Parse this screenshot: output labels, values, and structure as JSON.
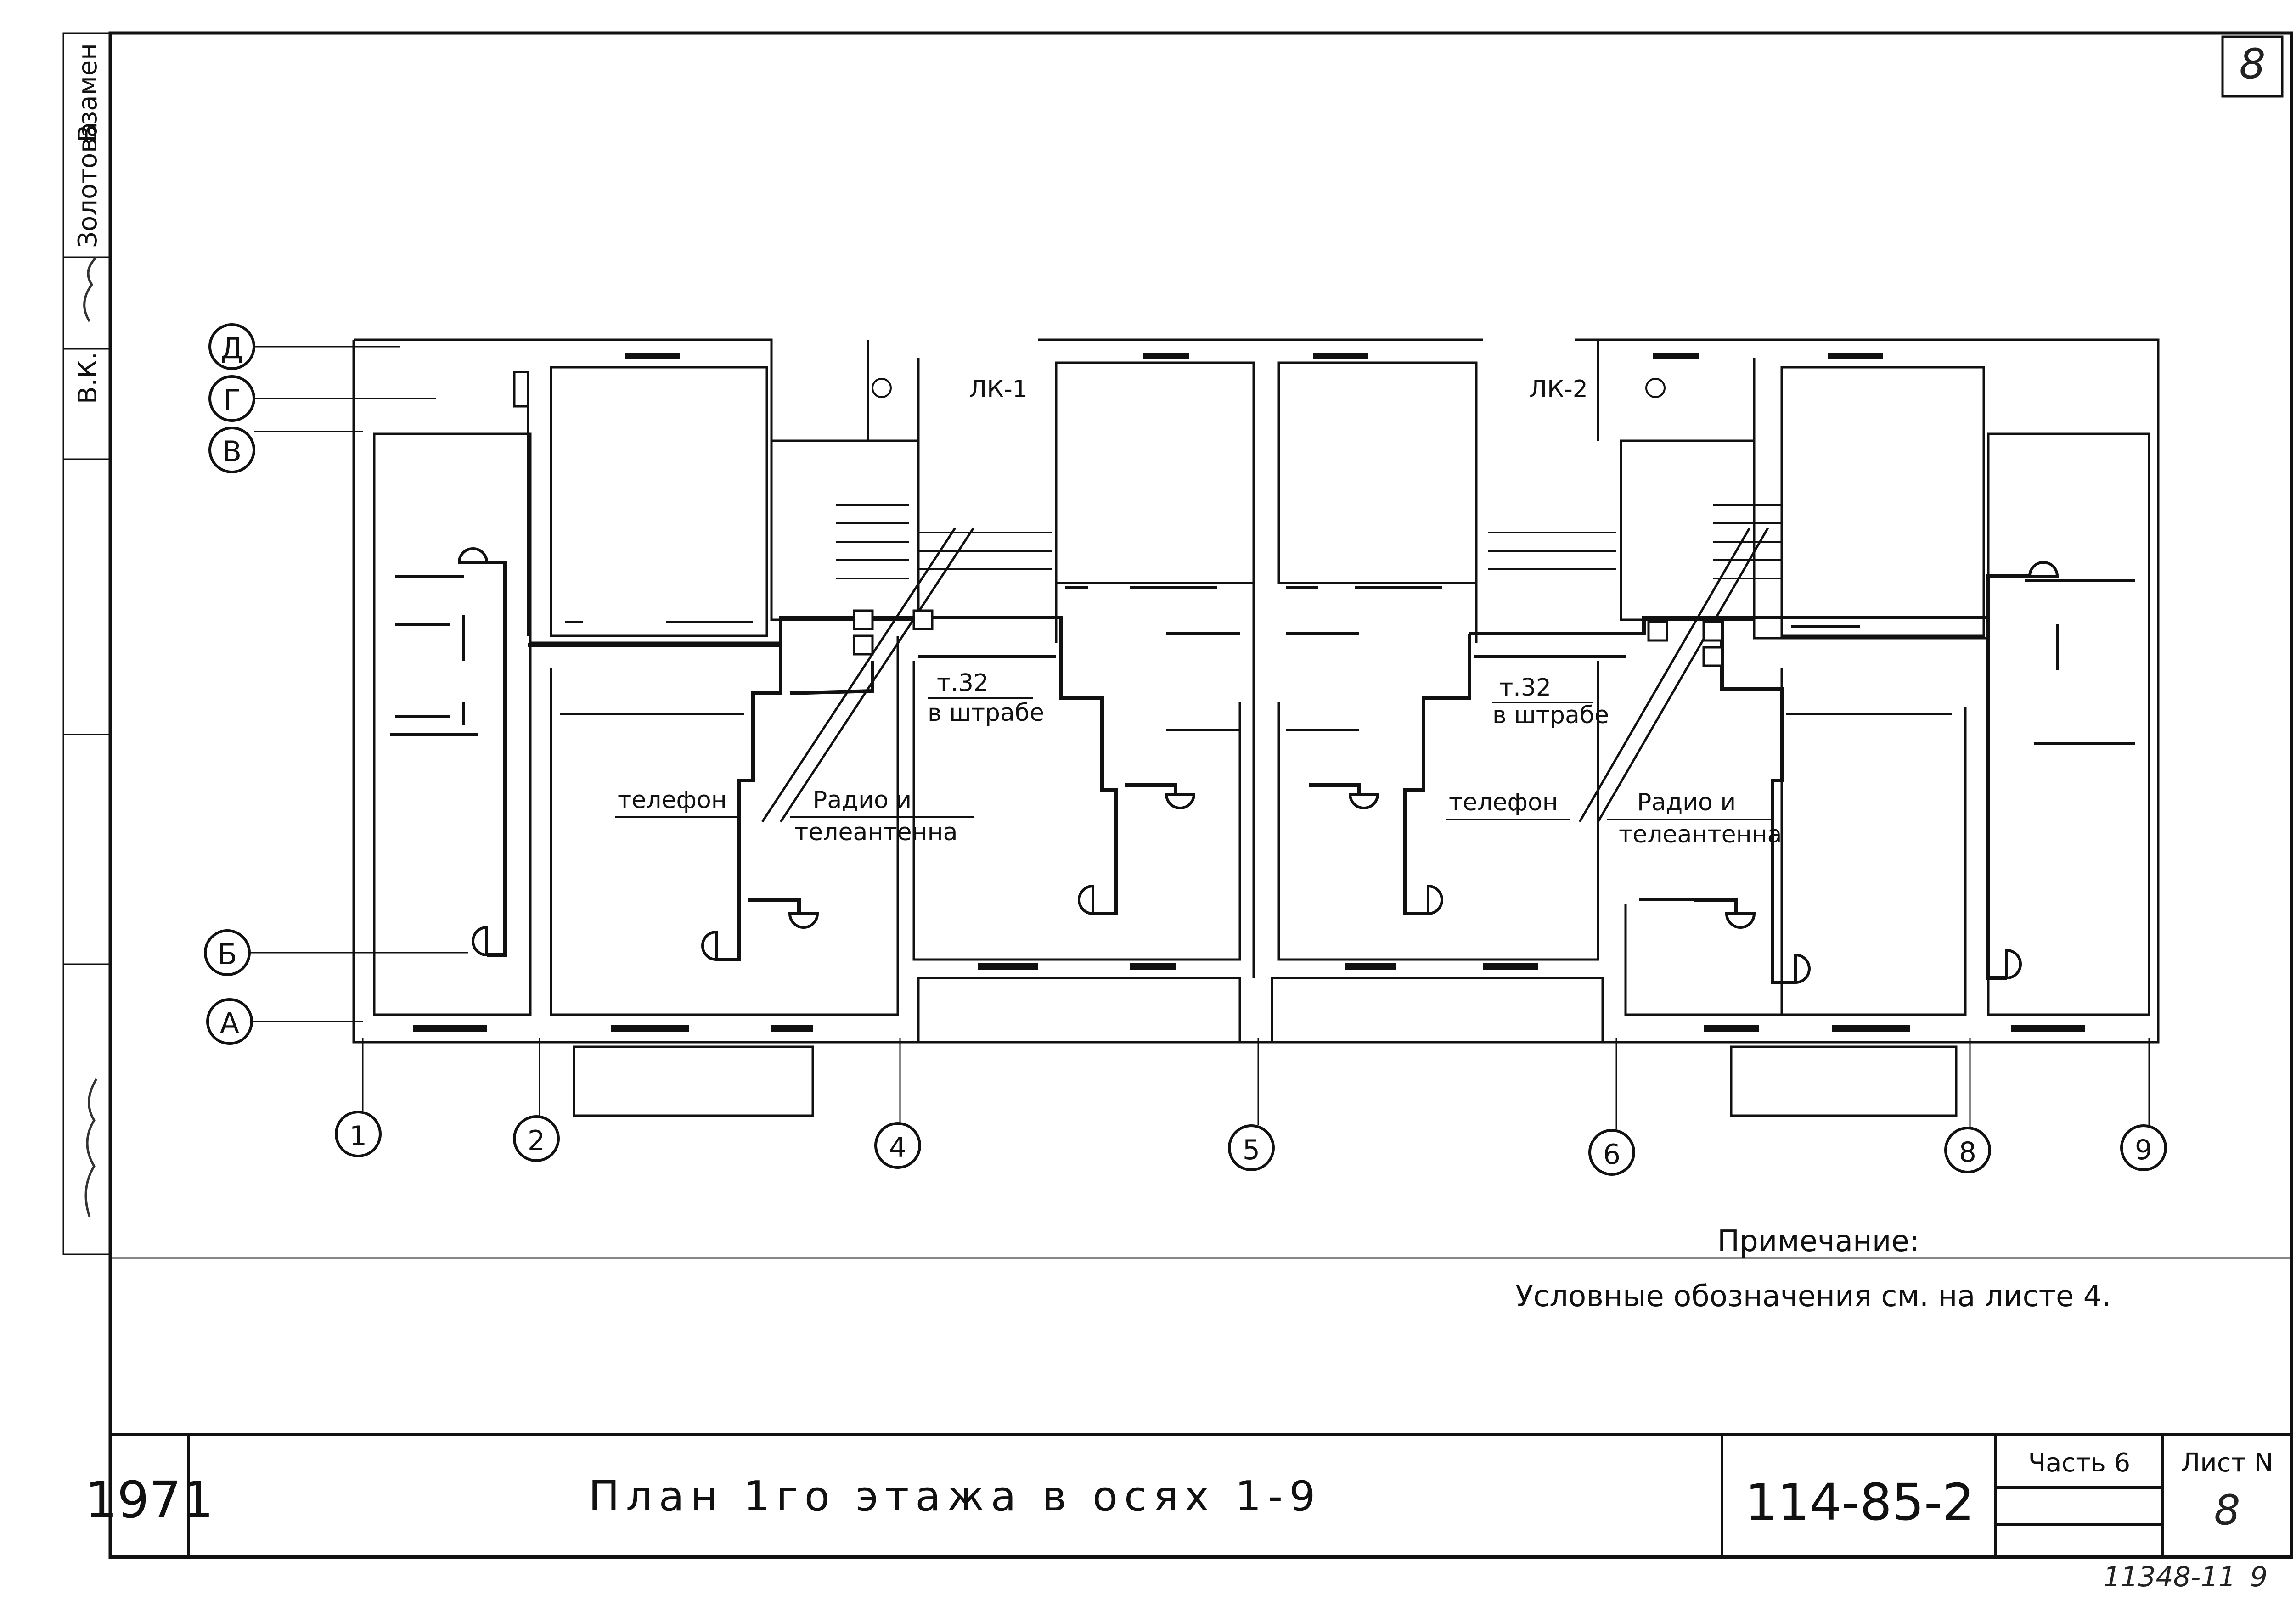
{
  "sheet_corner_mark": "8",
  "left_margin": {
    "text_1": "Золотова",
    "text_2": "Взамен",
    "text_3": "В.К."
  },
  "axes": {
    "rows": [
      "Д",
      "Г",
      "В",
      "Б",
      "А"
    ],
    "columns": [
      "1",
      "2",
      "4",
      "5",
      "6",
      "8",
      "9"
    ]
  },
  "plan_labels": {
    "stair_left": "ЛК-1",
    "stair_right": "ЛК-2",
    "phone_left": "телефон",
    "radio_left_1": "Радио и",
    "radio_left_2": "телеантенна",
    "t32_left": "т.32",
    "groove_left": "в штрабе",
    "phone_right": "телефон",
    "radio_right_1": "Радио и",
    "radio_right_2": "телеантенна",
    "t32_right": "т.32",
    "groove_right": "в штрабе"
  },
  "note": {
    "title": "Примечание:",
    "text": "Условные обозначения см. на листе 4."
  },
  "title_block": {
    "year": "1971",
    "title": "План 1го этажа в осях 1-9",
    "code": "114-85-2",
    "part_label": "Часть 6",
    "sheet_label": "Лист N",
    "sheet_number": "8"
  },
  "footer_stamp": "11348-11",
  "footer_page": "9",
  "colors": {
    "ink": "#111111",
    "paper": "#ffffff"
  }
}
